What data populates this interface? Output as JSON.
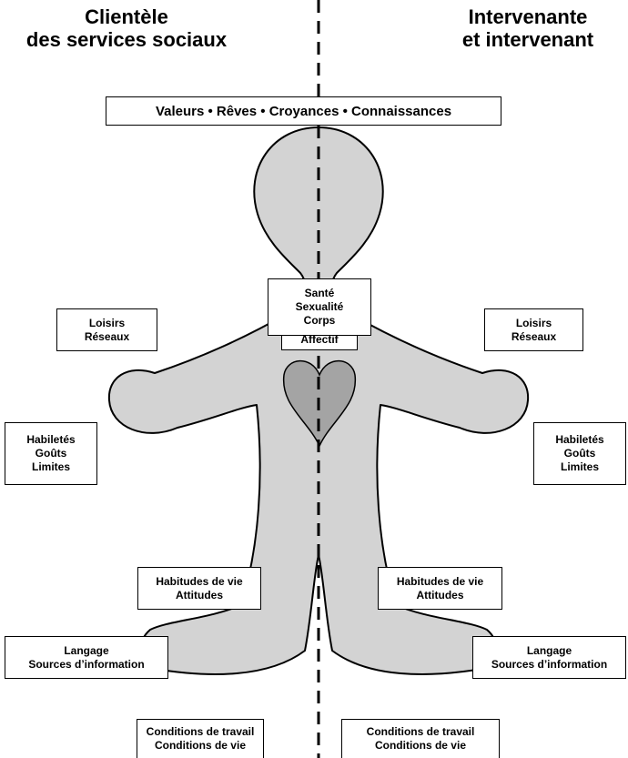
{
  "headers": {
    "left": [
      "Clientèle",
      "des services sociaux"
    ],
    "right": [
      "Intervenante",
      "et intervenant"
    ]
  },
  "center": {
    "values": "Valeurs • Rêves • Croyances • Connaissances",
    "affectif": "Affectif",
    "sante": [
      "Santé",
      "Sexualité",
      "Corps"
    ]
  },
  "left": {
    "loisirs": [
      "Loisirs",
      "Réseaux"
    ],
    "habiletes": [
      "Habiletés",
      "Goûts",
      "Limites"
    ],
    "habitudes": [
      "Habitudes de vie",
      "Attitudes"
    ],
    "langage": [
      "Langage",
      "Sources d’information"
    ],
    "conditions": [
      "Conditions de travail",
      "Conditions de vie"
    ]
  },
  "right": {
    "loisirs": [
      "Loisirs",
      "Réseaux"
    ],
    "habiletes": [
      "Habiletés",
      "Goûts",
      "Limites"
    ],
    "habitudes": [
      "Habitudes de vie",
      "Attitudes"
    ],
    "langage": [
      "Langage",
      "Sources d’information"
    ],
    "conditions": [
      "Conditions de travail",
      "Conditions de vie"
    ]
  },
  "colors": {
    "body_fill": "#d3d3d3",
    "heart_fill": "#a4a4a4",
    "outline": "#000000"
  }
}
